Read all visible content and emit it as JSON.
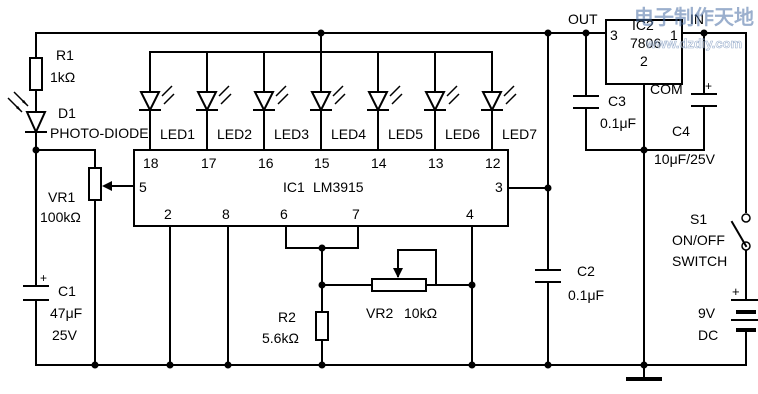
{
  "labels": {
    "r1_name": "R1",
    "r1_value": "1kΩ",
    "d1_name": "D1",
    "d1_type": "PHOTO-DIODE",
    "vr1_name": "VR1",
    "vr1_value": "100kΩ",
    "c1_name": "C1",
    "c1_value": "47μF",
    "c1_voltage": "25V",
    "ic1_name": "IC1",
    "ic1_part": "LM3915",
    "led1": "LED1",
    "led2": "LED2",
    "led3": "LED3",
    "led4": "LED4",
    "led5": "LED5",
    "led6": "LED6",
    "led7": "LED7",
    "r2_name": "R2",
    "r2_value": "5.6kΩ",
    "vr2_name": "VR2",
    "vr2_value": "10kΩ",
    "c2_name": "C2",
    "c2_value": "0.1μF",
    "c3_name": "C3",
    "c3_value": "0.1μF",
    "c4_name": "C4",
    "c4_value": "10μF/25V",
    "ic2_name": "IC2",
    "ic2_part": "7806",
    "ic2_com": "COM",
    "out": "OUT",
    "in": "IN",
    "s1_name": "S1",
    "s1_desc1": "ON/OFF",
    "s1_desc2": "SWITCH",
    "bat_value": "9V",
    "bat_type": "DC"
  },
  "ic1_pins": {
    "p18": "18",
    "p17": "17",
    "p16": "16",
    "p15": "15",
    "p14": "14",
    "p13": "13",
    "p12": "12",
    "p5": "5",
    "p3": "3",
    "p2": "2",
    "p8": "8",
    "p6": "6",
    "p7": "7",
    "p4": "4"
  },
  "ic2_pins": {
    "p3": "3",
    "p1": "1",
    "p2": "2"
  },
  "watermark": {
    "line1": "电子制作天地",
    "line2": "www.dzdiy.com"
  }
}
